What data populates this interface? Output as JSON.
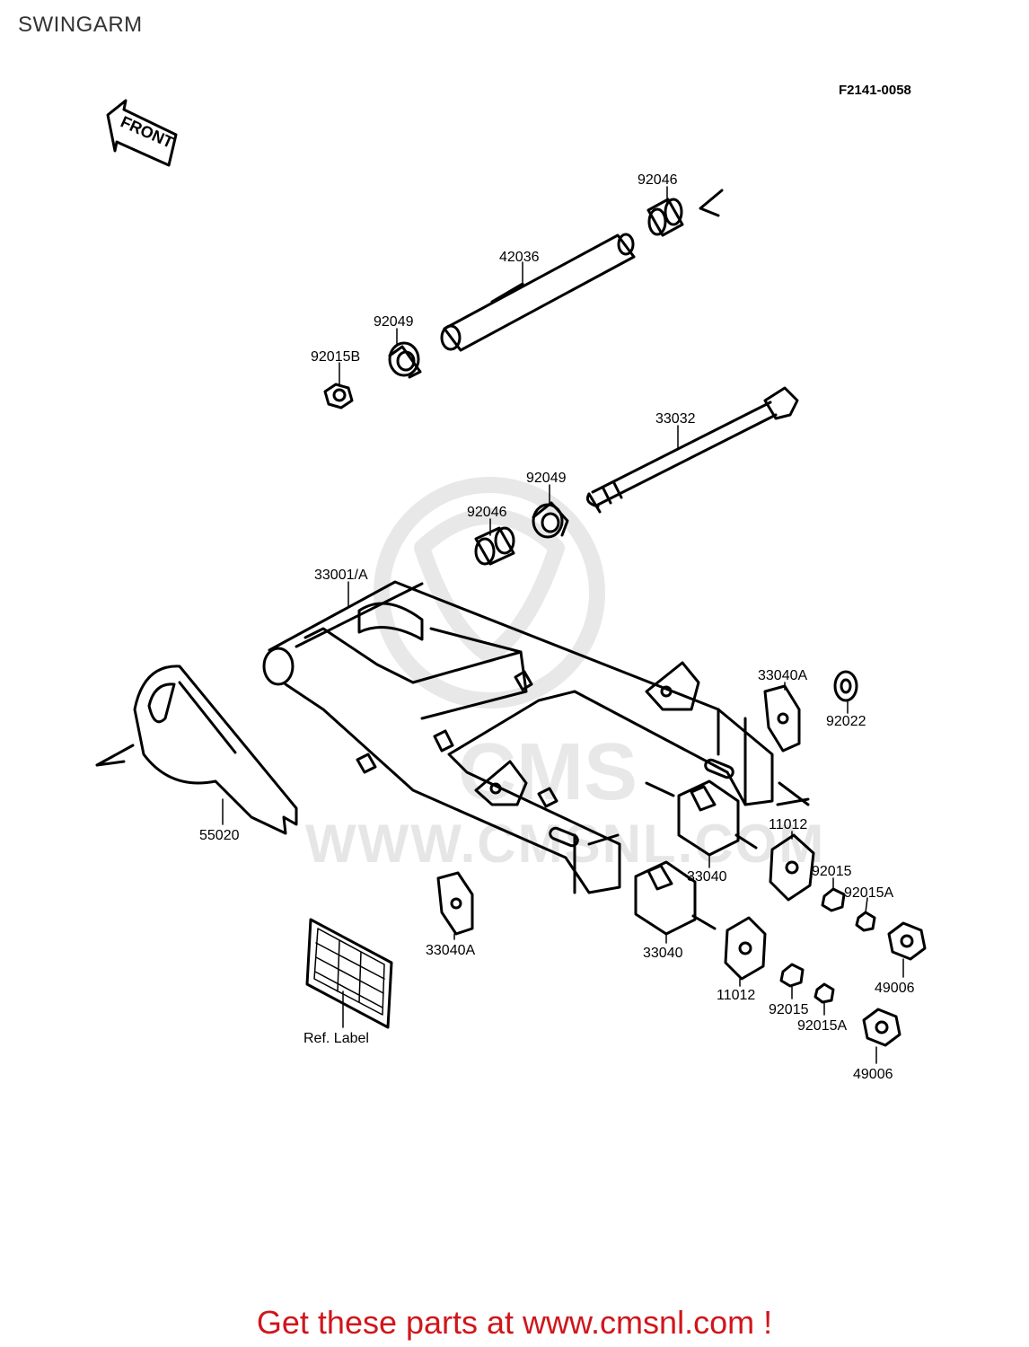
{
  "page": {
    "title": "SWINGARM",
    "diagram_code": "F2141-0058"
  },
  "front_marker": {
    "text": "FRONT"
  },
  "watermark": {
    "text": "WWW.CMSNL.COM",
    "logo_text": "CMS"
  },
  "parts": [
    {
      "id": "p-92046-top",
      "number": "92046"
    },
    {
      "id": "p-42036",
      "number": "42036"
    },
    {
      "id": "p-92049-top",
      "number": "92049"
    },
    {
      "id": "p-92015B",
      "number": "92015B"
    },
    {
      "id": "p-33032",
      "number": "33032"
    },
    {
      "id": "p-92049-mid",
      "number": "92049"
    },
    {
      "id": "p-92046-mid",
      "number": "92046"
    },
    {
      "id": "p-33001A",
      "number": "33001/A"
    },
    {
      "id": "p-33040A-right",
      "number": "33040A"
    },
    {
      "id": "p-92022",
      "number": "92022"
    },
    {
      "id": "p-55020",
      "number": "55020"
    },
    {
      "id": "p-11012-upper",
      "number": "11012"
    },
    {
      "id": "p-33040-upper",
      "number": "33040"
    },
    {
      "id": "p-92015-upper",
      "number": "92015"
    },
    {
      "id": "p-92015A-upper",
      "number": "92015A"
    },
    {
      "id": "p-33040A-left",
      "number": "33040A"
    },
    {
      "id": "p-33040-lower",
      "number": "33040"
    },
    {
      "id": "p-49006-upper",
      "number": "49006"
    },
    {
      "id": "p-11012-lower",
      "number": "11012"
    },
    {
      "id": "p-92015-lower",
      "number": "92015"
    },
    {
      "id": "p-92015A-lower",
      "number": "92015A"
    },
    {
      "id": "p-49006-lower",
      "number": "49006"
    },
    {
      "id": "p-ref-label",
      "number": "Ref. Label"
    }
  ],
  "footer": {
    "text": "Get these parts at www.cmsnl.com !",
    "color": "#d0161b"
  }
}
